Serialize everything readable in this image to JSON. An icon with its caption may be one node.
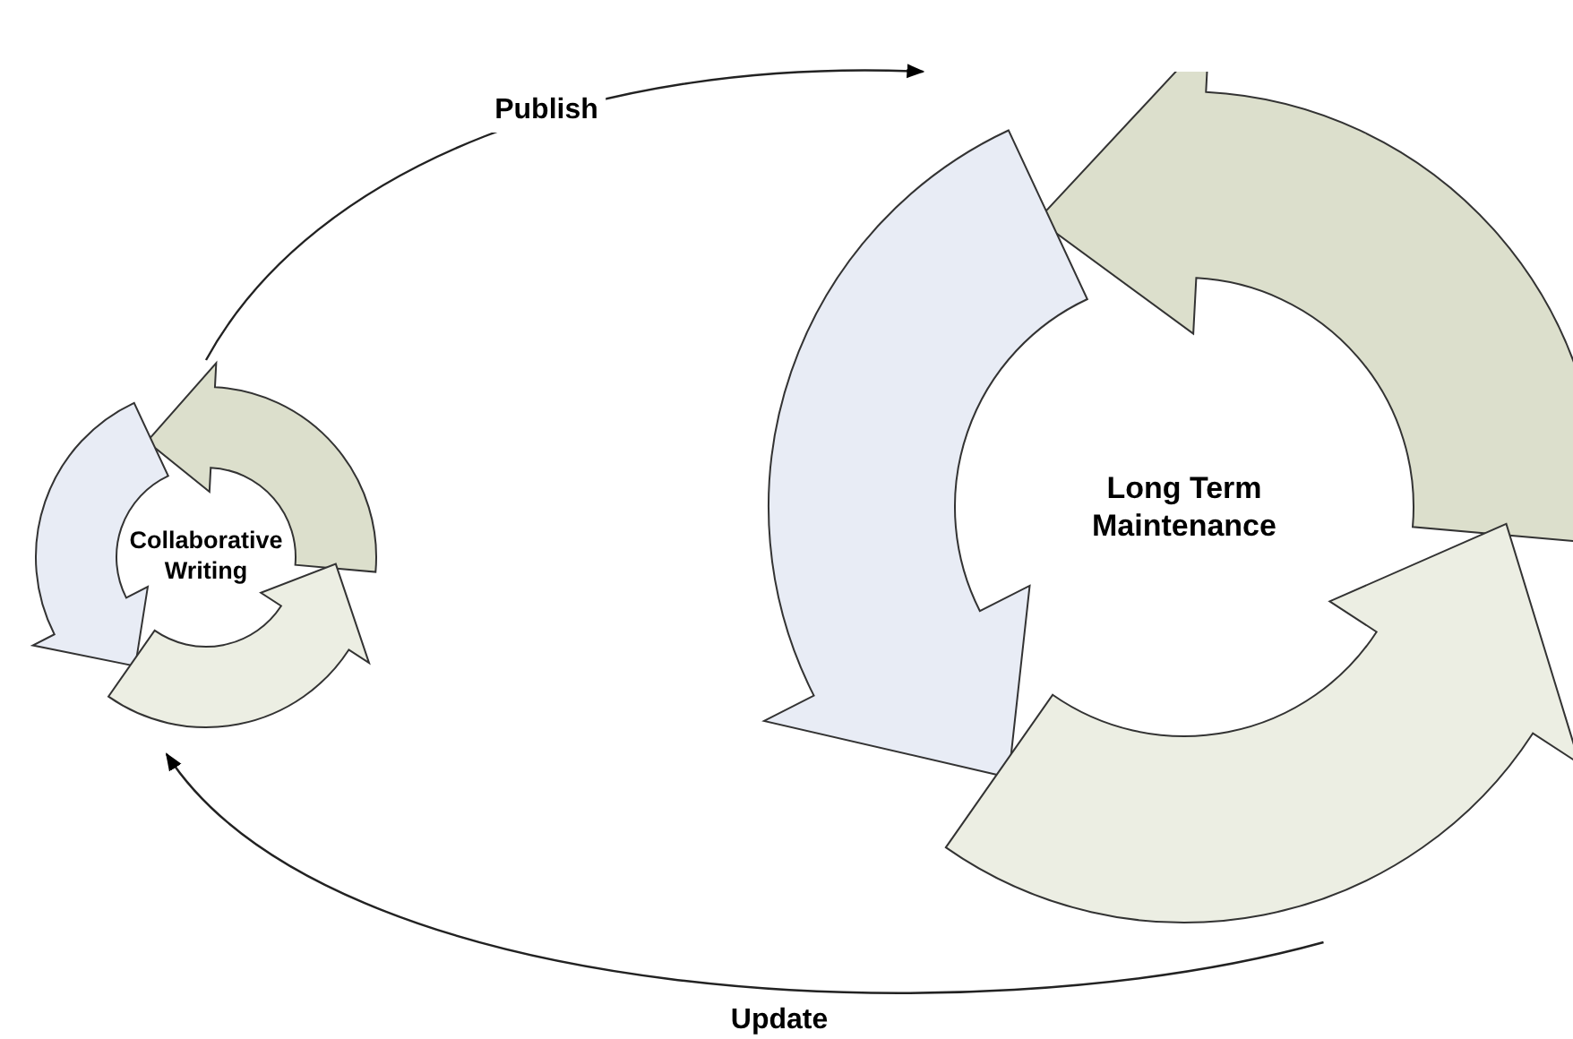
{
  "diagram": {
    "nodes": [
      {
        "text": [
          "Collaborative Writing"
        ]
      },
      {
        "text": [
          "Long Term Maintenance"
        ]
      }
    ],
    "edges": [
      {
        "from": 0,
        "to": 1,
        "arrow": "to",
        "label": "Publish"
      },
      {
        "from": 1,
        "to": 0,
        "arrow": "to",
        "label": "Update"
      }
    ]
  }
}
